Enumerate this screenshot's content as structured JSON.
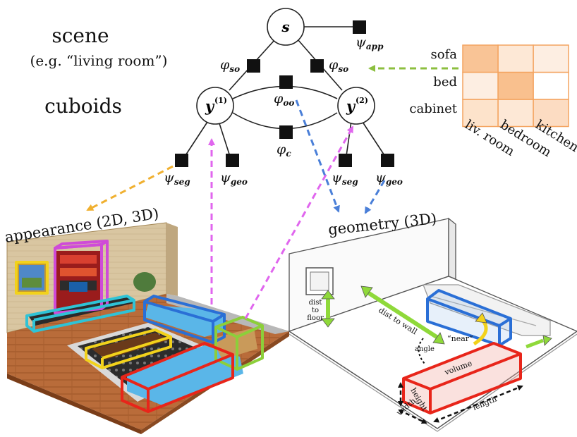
{
  "left_labels": {
    "scene": "scene",
    "scene_example": "(e.g.  “living room”)",
    "cuboids": "cuboids"
  },
  "graph": {
    "node_s": "s",
    "node_y1_base": "y",
    "node_y1_sup": "(1)",
    "node_y2_base": "y",
    "node_y2_sup": "(2)",
    "factors": {
      "psi_app": {
        "sym": "ψ",
        "sub": "app"
      },
      "phi_so_left": {
        "sym": "φ",
        "sub": "so"
      },
      "phi_so_right": {
        "sym": "φ",
        "sub": "so"
      },
      "phi_oo": {
        "sym": "φ",
        "sub": "oo"
      },
      "phi_c": {
        "sym": "φ",
        "sub": "c"
      },
      "psi_seg_left": {
        "sym": "ψ",
        "sub": "seg"
      },
      "psi_geo_left": {
        "sym": "ψ",
        "sub": "geo"
      },
      "psi_seg_right": {
        "sym": "ψ",
        "sub": "seg"
      },
      "psi_geo_right": {
        "sym": "ψ",
        "sub": "geo"
      }
    }
  },
  "matrix": {
    "rows": [
      "sofa",
      "bed",
      "cabinet"
    ],
    "cols": [
      "liv. room",
      "bedroom",
      "kitchen"
    ],
    "cell_colors": [
      [
        "#f9c496",
        "#fde8d6",
        "#fdeee2"
      ],
      [
        "#fdeee2",
        "#f9c08e",
        "#ffffff"
      ],
      [
        "#fde3cb",
        "#fde8d6",
        "#fcdcc2"
      ]
    ],
    "border_color": "#f4a460"
  },
  "panels": {
    "appearance_title": "appearance (2D, 3D)",
    "geometry_title": "geometry (3D)"
  },
  "geometry_annotations": {
    "dist_to_floor": [
      "dist",
      "to",
      "floor"
    ],
    "dist_to_wall": "dist to wall",
    "near": "“near”",
    "angle": "angle",
    "volume": "volume",
    "height": "height",
    "width": "width",
    "length": "length"
  },
  "colors": {
    "orange_arrow": "#f0b030",
    "magenta_arrow": "#e066ee",
    "blue_arrow": "#4a7fd8",
    "green_arrow": "#8cbf3f",
    "cuboid_red": "#e8251a",
    "cuboid_blue": "#2a6fd6",
    "cuboid_green": "#8ccf3a",
    "cuboid_yellow": "#f2d21b",
    "cuboid_cyan": "#2fc3d6",
    "cuboid_magenta": "#cf4bd8",
    "geo_arrow_green": "#8fd93a"
  }
}
